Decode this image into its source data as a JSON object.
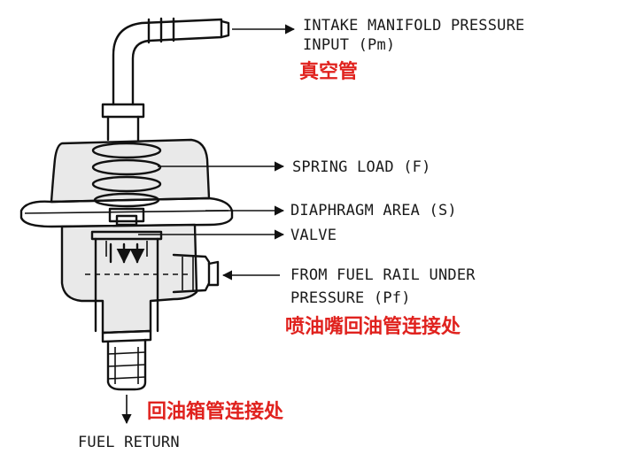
{
  "labels": {
    "intake_line1": "INTAKE MANIFOLD PRESSURE",
    "intake_line2": "INPUT (Pm)",
    "intake_cn": "真空管",
    "spring": "SPRING LOAD (F)",
    "diaphragm": "DIAPHRAGM AREA (S)",
    "valve": "VALVE",
    "fuel_rail_line1": "FROM FUEL RAIL UNDER",
    "fuel_rail_line2": "PRESSURE (Pf)",
    "fuel_rail_cn": "喷油嘴回油管连接处",
    "return_cn": "回油箱管连接处",
    "fuel_return": "FUEL RETURN"
  },
  "colors": {
    "line": "#111111",
    "annotation_red": "#e0221e",
    "background": "#ffffff"
  }
}
